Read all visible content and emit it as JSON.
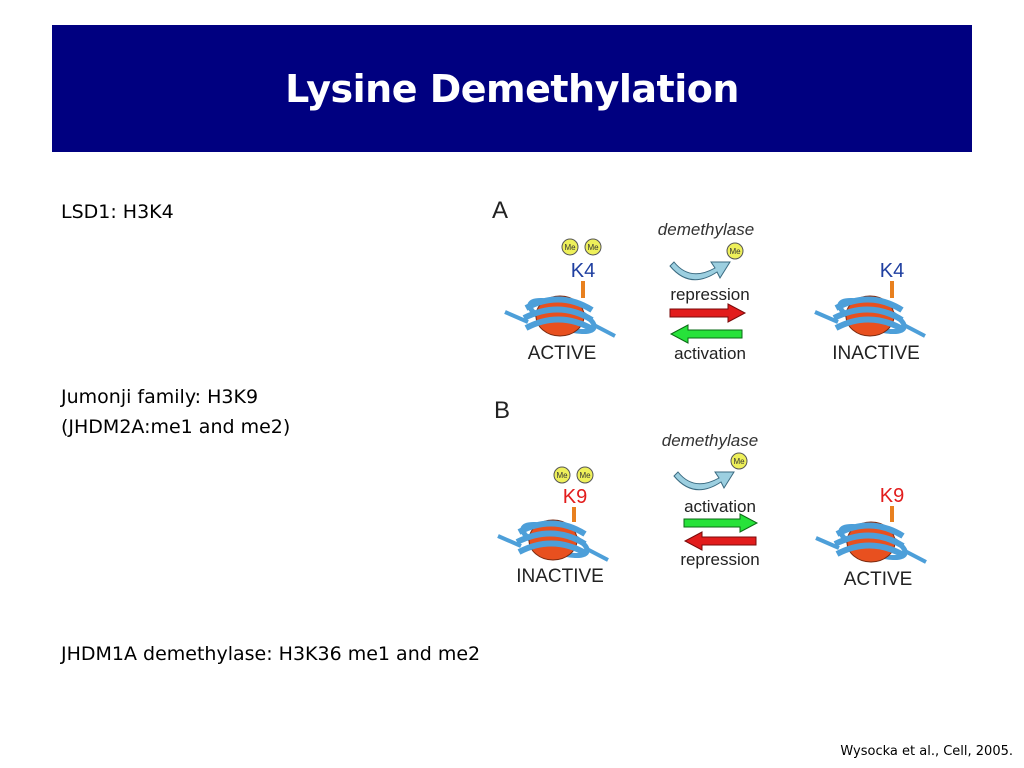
{
  "slide": {
    "title": "Lysine Demethylation",
    "bullets": [
      {
        "lines": [
          "LSD1: H3K4"
        ]
      },
      {
        "lines": [
          "Jumonji family: H3K9",
          "(JHDM2A:me1 and me2)"
        ]
      },
      {
        "lines": [
          "JHDM1A demethylase: H3K36 me1 and me2"
        ]
      }
    ],
    "citation": "Wysocka et al., Cell, 2005."
  },
  "figure": {
    "panel_a": {
      "letter": "A",
      "left_residue": "K4",
      "left_state": "ACTIVE",
      "enzyme": "demethylase",
      "mark": "Me",
      "top_arrow_label": "repression",
      "bottom_arrow_label": "activation",
      "right_residue": "K4",
      "right_state": "INACTIVE"
    },
    "panel_b": {
      "letter": "B",
      "left_residue": "K9",
      "left_state": "INACTIVE",
      "enzyme": "demethylase",
      "mark": "Me",
      "top_arrow_label": "activation",
      "bottom_arrow_label": "repression",
      "right_residue": "K9",
      "right_state": "ACTIVE"
    }
  },
  "colors": {
    "title_bg": "#000080",
    "title_text": "#ffffff",
    "residue_k4": "#1f3fa0",
    "residue_k9": "#e21c1c",
    "red_arrow": "#e21c1c",
    "green_arrow": "#27e23a",
    "nucleosome_core": "#e8501f",
    "nucleosome_wrap": "#4d9fd9",
    "methyl_fill": "#eef05a"
  }
}
